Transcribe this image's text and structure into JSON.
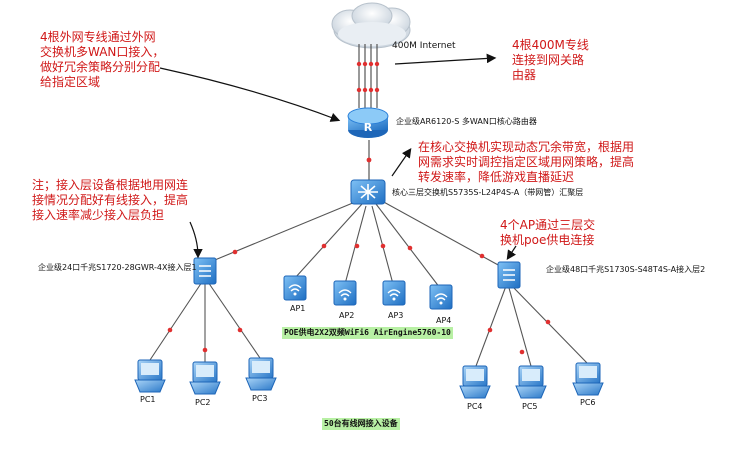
{
  "cloud": {
    "label": "400M Internet"
  },
  "router": {
    "label": "企业级AR6120-S 多WAN口核心路由器"
  },
  "core_switch": {
    "label": "核心三层交换机S5735S-L24P4S-A（带网管）汇聚层"
  },
  "access_left": {
    "label": "企业级24口千兆S1720-28GWR-4X接入层1"
  },
  "access_right": {
    "label": "企业级48口千兆S1730S-S48T4S-A接入层2"
  },
  "aps": [
    {
      "label": "AP1"
    },
    {
      "label": "AP2"
    },
    {
      "label": "AP3"
    },
    {
      "label": "AP4"
    }
  ],
  "pcs_left": [
    {
      "label": "PC1"
    },
    {
      "label": "PC2"
    },
    {
      "label": "PC3"
    }
  ],
  "pcs_right": [
    {
      "label": "PC4"
    },
    {
      "label": "PC5"
    },
    {
      "label": "PC6"
    }
  ],
  "highlights": {
    "ap_model": "POE供电2X2双频WiFi6 AirEngine5760-10",
    "wired_count": "50台有线网接入设备"
  },
  "notes": {
    "wan": [
      "4根外网专线通过外网",
      "交换机多WAN口接入，",
      "做好冗余策略分别分配",
      "给指定区域"
    ],
    "isp": [
      "4根400M专线",
      "连接到网关路",
      "由器"
    ],
    "core": [
      "在核心交换机实现动态冗余带宽，根据用",
      "网需求实时调控指定区域用网策略，提高",
      "转发速率，降低游戏直播延迟"
    ],
    "access": [
      "注；接入层设备根据地用网连",
      "接情况分配好有线接入，提高",
      "接入速率减少接入层负担"
    ],
    "ap": [
      "4个AP通过三层交",
      "换机poe供电连接"
    ]
  },
  "colors": {
    "note_red": "#d01818",
    "link_gray": "#555555",
    "link_dot": "#e03030",
    "device_blue": "#2a7fd8",
    "highlight_green": "#b8f0a4"
  }
}
